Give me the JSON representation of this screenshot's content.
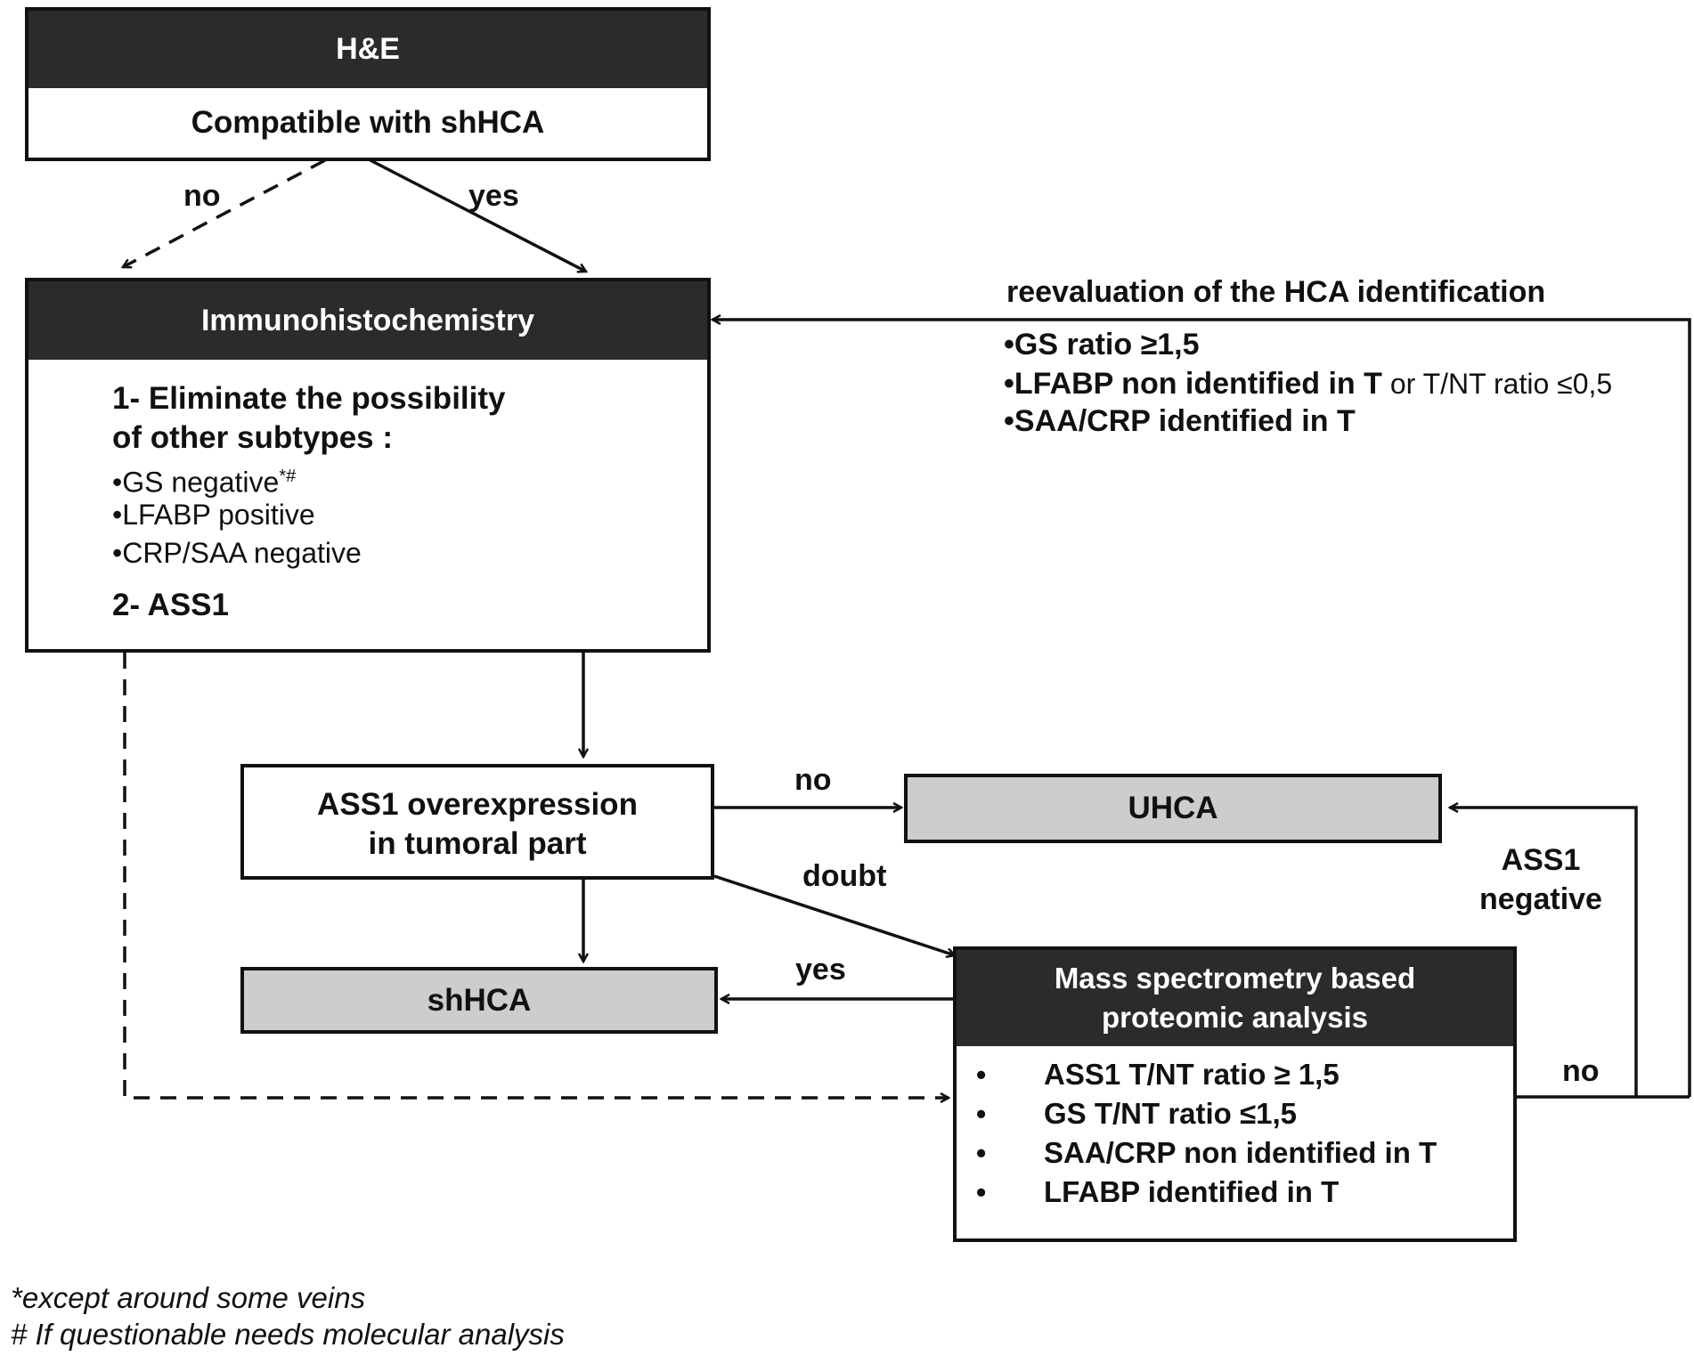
{
  "he_box": {
    "header": "H&E",
    "text": "Compatible with shHCA"
  },
  "ihc_box": {
    "header": "Immunohistochemistry",
    "step1_line1": "1- Eliminate the possibility",
    "step1_line2": "of other subtypes :",
    "bullets": [
      {
        "text": "•GS negative",
        "sup": "*#"
      },
      {
        "text": "•LFABP positive",
        "sup": ""
      },
      {
        "text": "•CRP/SAA negative",
        "sup": ""
      }
    ],
    "step2": "2- ASS1"
  },
  "ass1_box": {
    "line1": "ASS1 overexpression",
    "line2": "in tumoral part"
  },
  "uhca_box": {
    "text": "UHCA"
  },
  "shhca_box": {
    "text": "shHCA"
  },
  "ms_box": {
    "header_line1": "Mass spectrometry based",
    "header_line2": "proteomic analysis",
    "bullets": [
      {
        "dot": "•",
        "text": "ASS1  T/NT ratio ≥ 1,5"
      },
      {
        "dot": "•",
        "text": "GS T/NT ratio ≤1,5"
      },
      {
        "dot": "•",
        "text": "SAA/CRP  non identified in T"
      },
      {
        "dot": "•",
        "text": "LFABP  identified in T"
      }
    ]
  },
  "reevaluation": {
    "title": "reevaluation of the HCA identification",
    "line1": "•GS ratio ≥1,5",
    "line2_bold": "•LFABP  non identified in T",
    "line2_normal": " or T/NT ratio ≤0,5",
    "line3": "•SAA/CRP  identified in T"
  },
  "labels": {
    "he_no": "no",
    "he_yes": "yes",
    "ass1_no": "no",
    "doubt": "doubt",
    "ms_yes": "yes",
    "ms_no": "no",
    "ass1_negative_line1": "ASS1",
    "ass1_negative_line2": "negative"
  },
  "footnotes": {
    "star": "*except around some veins",
    "hash": "# If questionable  needs molecular analysis"
  }
}
